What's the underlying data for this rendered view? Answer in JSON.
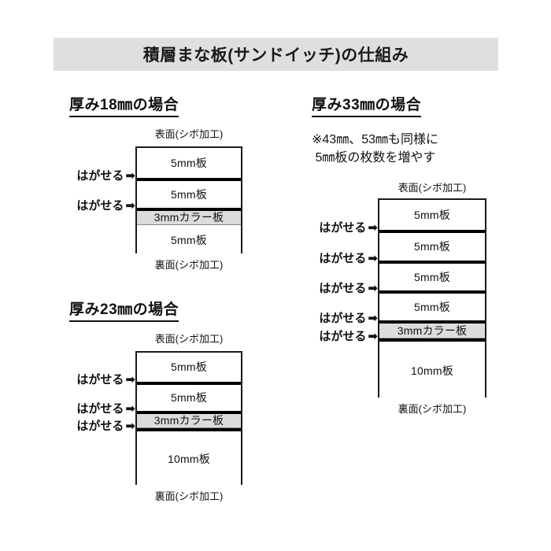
{
  "title": {
    "text": "積層まな板(サンドイッチ)の仕組み"
  },
  "colors": {
    "title_band_bg": "#dfdfdf",
    "color_board_fill": "#dcdcdc",
    "line": "#1a1a1a",
    "separator": "#000000",
    "page_bg": "#ffffff"
  },
  "labels": {
    "front_surface": "表面(シボ加工)",
    "back_surface": "裏面(シボ加工)",
    "peelable": "はがせる",
    "arrow_glyph": "➡"
  },
  "sections": [
    {
      "id": "thickness-18",
      "heading": "厚み18㎜の場合",
      "note": "",
      "front_caption": "表面(シボ加工)",
      "back_caption": "裏面(シボ加工)",
      "layers": [
        {
          "label": "5mm板",
          "type": "plain",
          "separator_above": false
        },
        {
          "label": "5mm板",
          "type": "plain",
          "separator_above": true
        },
        {
          "label": "3mmカラー板",
          "type": "color",
          "separator_above": true
        },
        {
          "label": "5mm板",
          "type": "plain",
          "separator_above": false
        }
      ],
      "peel_count": 2
    },
    {
      "id": "thickness-23",
      "heading": "厚み23㎜の場合",
      "note": "",
      "front_caption": "表面(シボ加工)",
      "back_caption": "裏面(シボ加工)",
      "layers": [
        {
          "label": "5mm板",
          "type": "plain",
          "separator_above": false
        },
        {
          "label": "5mm板",
          "type": "plain",
          "separator_above": true
        },
        {
          "label": "3mmカラー板",
          "type": "color",
          "separator_above": true
        },
        {
          "label": "10mm板",
          "type": "plain",
          "separator_above": true
        }
      ],
      "peel_count": 3
    },
    {
      "id": "thickness-33",
      "heading": "厚み33㎜の場合",
      "note": "※43㎜、53㎜も同様に\n 5㎜板の枚数を増やす",
      "front_caption": "表面(シボ加工)",
      "back_caption": "裏面(シボ加工)",
      "layers": [
        {
          "label": "5mm板",
          "type": "plain",
          "separator_above": false
        },
        {
          "label": "5mm板",
          "type": "plain",
          "separator_above": true
        },
        {
          "label": "5mm板",
          "type": "plain",
          "separator_above": true
        },
        {
          "label": "5mm板",
          "type": "plain",
          "separator_above": true
        },
        {
          "label": "3mmカラー板",
          "type": "color",
          "separator_above": true
        },
        {
          "label": "10mm板",
          "type": "plain",
          "separator_above": true
        }
      ],
      "peel_count": 5
    }
  ]
}
